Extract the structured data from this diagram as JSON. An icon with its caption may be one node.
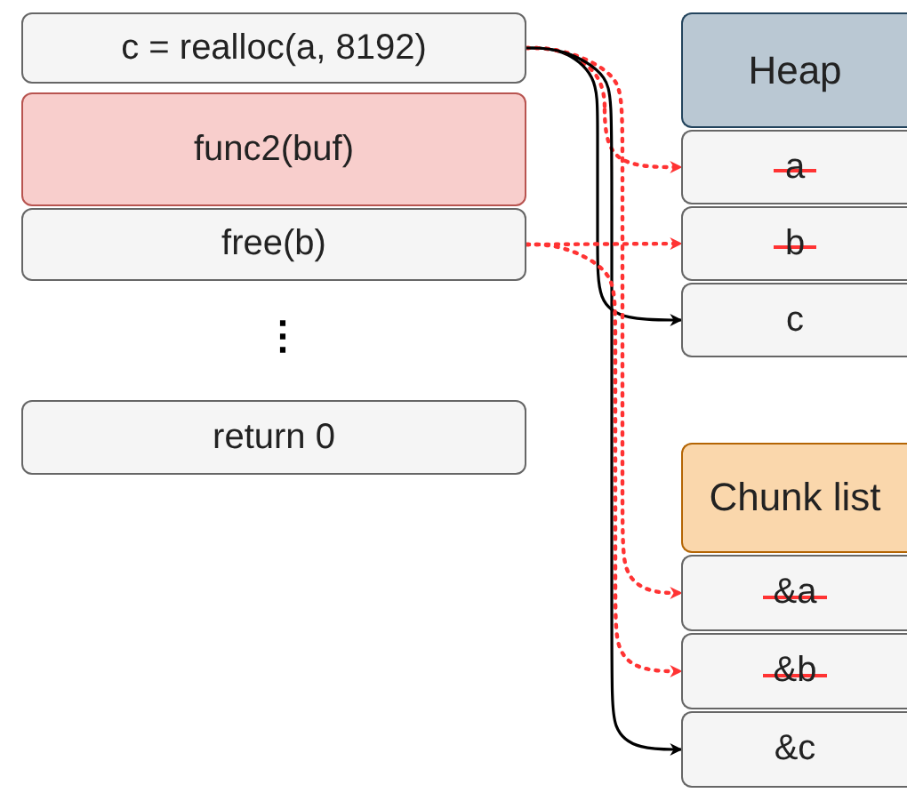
{
  "diagram": {
    "nodes": [
      {
        "text": [
          "c = realloc(a, 8192)"
        ]
      },
      {
        "text": [
          "func2(buf)"
        ]
      },
      {
        "text": [
          "free(b)"
        ]
      },
      {
        "text": [
          "return 0"
        ]
      },
      {
        "text": [
          "Heap"
        ]
      },
      {
        "text": [
          "a"
        ]
      },
      {
        "text": [
          "b"
        ]
      },
      {
        "text": [
          "c"
        ]
      },
      {
        "text": [
          "Chunk list"
        ]
      },
      {
        "text": [
          "&a"
        ]
      },
      {
        "text": [
          "&b"
        ]
      },
      {
        "text": [
          "&c"
        ]
      }
    ],
    "edges": [
      {
        "from": 0,
        "to": 5,
        "arrow": "to",
        "style": "dashed",
        "color": "#ff3333"
      },
      {
        "from": 0,
        "to": 7,
        "arrow": "to",
        "color": "#000000"
      },
      {
        "from": 0,
        "to": 9,
        "arrow": "to",
        "style": "dashed",
        "color": "#ff3333"
      },
      {
        "from": 0,
        "to": 11,
        "arrow": "to",
        "color": "#000000"
      },
      {
        "from": 2,
        "to": 6,
        "arrow": "to",
        "style": "dashed",
        "color": "#ff3333"
      },
      {
        "from": 2,
        "to": 10,
        "arrow": "to",
        "style": "dashed",
        "color": "#ff3333"
      }
    ],
    "labels": [
      "⋮"
    ]
  }
}
